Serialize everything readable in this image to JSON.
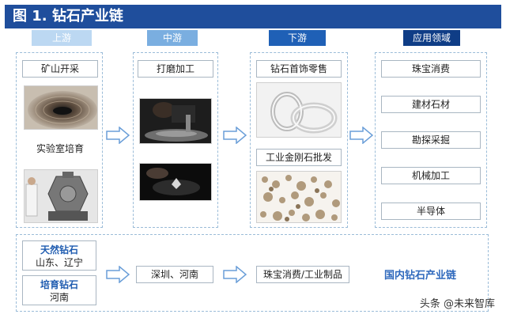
{
  "title": "图 1. 钻石产业链",
  "stages": [
    "上游",
    "中游",
    "下游",
    "应用领域"
  ],
  "upstream": {
    "item1": "矿山开采",
    "item2": "实验室培育"
  },
  "midstream": {
    "item1": "打磨加工"
  },
  "downstream": {
    "item1": "钻石首饰零售",
    "item2": "工业金刚石批发"
  },
  "applications": [
    "珠宝消费",
    "建材石材",
    "勘探采掘",
    "机械加工",
    "半导体"
  ],
  "domestic": {
    "natural_title": "天然钻石",
    "natural_region": "山东、辽宁",
    "cultured_title": "培育钻石",
    "cultured_region": "河南",
    "mid": "深圳、河南",
    "down": "珠宝消费/工业制品",
    "chain_label": "国内钻石产业链"
  },
  "watermark": "头条 @未来智库",
  "colors": {
    "title_bar": "#1f4e9c",
    "stage_light": "#bcd8f2",
    "stage_mid": "#7aaee0",
    "stage_dark": "#1f60b6",
    "stage_darkest": "#0f3d86",
    "accent_text": "#1f5cb0"
  }
}
